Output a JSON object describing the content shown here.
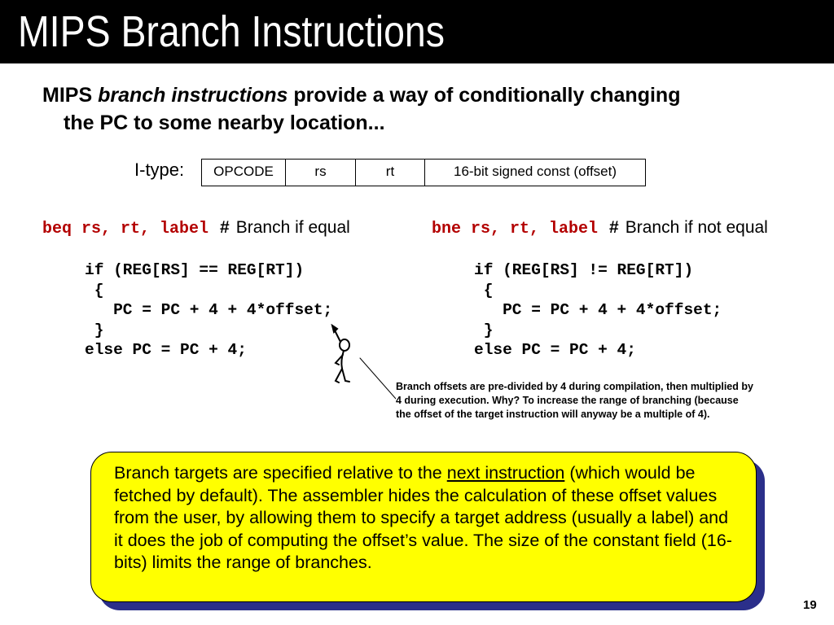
{
  "slide": {
    "title": "MIPS Branch Instructions",
    "page_number": "19"
  },
  "intro": {
    "part1": "MIPS ",
    "emphasis": "branch instructions",
    "part2": " provide a way of conditionally changing",
    "line2": "the PC to some nearby location..."
  },
  "itype": {
    "label": "I-type:",
    "fields": [
      "OPCODE",
      "rs",
      "rt",
      "16-bit signed const (offset)"
    ]
  },
  "beq": {
    "syntax": "beq rs, rt, label",
    "hash": "#",
    "comment": "Branch if equal",
    "code": "if (REG[RS] == REG[RT])\n {\n   PC = PC + 4 + 4*offset;\n }\nelse PC = PC + 4;"
  },
  "bne": {
    "syntax": "bne rs, rt, label",
    "hash": "#",
    "comment": "Branch if not equal",
    "code": "if (REG[RS] != REG[RT])\n {\n   PC = PC + 4 + 4*offset;\n }\nelse PC = PC + 4;"
  },
  "offset_note": "Branch offsets are pre-divided by 4 during compilation, then multiplied by 4 during execution.  Why?  To increase the range of branching (because the offset of the target instruction will anyway be a multiple of 4).",
  "callout": {
    "before": "Branch targets are specified relative to the ",
    "link": "next instruction",
    "after": " (which would be fetched by default). The assembler hides the calculation of these offset values from the user, by allowing them to specify a target address (usually a label) and it does the job of computing the offset’s value. The size of the constant field (16-bits) limits the range of branches."
  },
  "colors": {
    "title_bg": "#000000",
    "code_keyword": "#b30000",
    "callout_bg": "#ffff00",
    "callout_shadow": "#2b2f8a"
  }
}
